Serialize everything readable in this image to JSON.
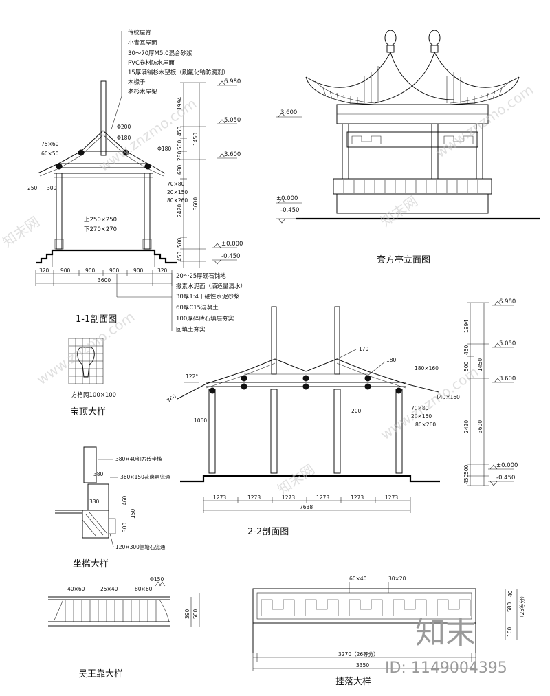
{
  "layers": {
    "1": "传统屋脊",
    "2": "小青瓦屋面",
    "3": "30～70厚M5.0混合砂浆",
    "4": "PVC卷材防水屋面",
    "5": "15厚满铺杉木望板（刷氟化钠防腐剂）",
    "6": "木椽子",
    "7": "老杉木屋架"
  },
  "floor": {
    "1": "20～25厚砚石铺地",
    "2": "撒素水泥面（洒适量清水）",
    "3": "30厚1:4干硬性水泥砂浆",
    "4": "60厚C15混凝土",
    "5": "100厚碎砖石填层夯实",
    "6": "回填土夯实"
  },
  "s1": {
    "title": "1-1剖面图",
    "d75x60": "75×60",
    "d60x50": "60×50",
    "phi200": "Φ200",
    "phi180a": "Φ180",
    "phi180b": "Φ180",
    "d70x80": "70×80",
    "d20x150": "20×150",
    "d80x260": "80×260",
    "col_top": "上250×250",
    "col_bot": "下270×270",
    "d250": "250",
    "d300": "300",
    "b320a": "320",
    "b900a": "900",
    "b900b": "900",
    "b900c": "900",
    "b900d": "900",
    "b320b": "320",
    "b3600": "3600",
    "v1": "1994",
    "v2": "450",
    "v3": "500",
    "v4": "280",
    "v5": "680",
    "v6": "1450",
    "v7": "2420",
    "v8": "3600",
    "v9": "500",
    "v10": "450",
    "e1": "6.980",
    "e2": "5.050",
    "e3": "3.600",
    "e4": "±0.000",
    "e5": "-0.450"
  },
  "elev": {
    "title": "套方亭立面图",
    "e1": "3.600",
    "e2": "±0.000",
    "e3": "-0.450"
  },
  "baoding": {
    "title": "宝顶大样",
    "note": "方格网100×100"
  },
  "zuokan": {
    "title": "坐槛大样",
    "n1": "380×40细方砖坐槛",
    "n2": "360×150花岗岩兜通",
    "n3": "120×300侧塘石兜通",
    "d380": "380",
    "d330": "330",
    "d460": "460",
    "d150": "150",
    "d300": "300"
  },
  "s2": {
    "title": "2-2剖面图",
    "d122": "122°",
    "d170": "170",
    "d180a": "180",
    "d180b": "180×160",
    "d140": "140×160",
    "d200": "200",
    "d70x80": "70×80",
    "d20x150": "20×150",
    "d80x260": "80×260",
    "d760": "760",
    "d1060": "1060",
    "b1": "1273",
    "b2": "1273",
    "b3": "1273",
    "b4": "1273",
    "b5": "1273",
    "b6": "1273",
    "btotal": "7638",
    "v1": "1994",
    "v2": "450",
    "v3": "1450",
    "v4": "500",
    "v5": "2420",
    "v6": "3600",
    "v7": "500",
    "v8": "450",
    "e1": "6.980",
    "e2": "5.050",
    "e3": "3.600",
    "e4": "±0.000",
    "e5": "-0.450"
  },
  "wuwang": {
    "title": "吴王靠大样",
    "d40x60a": "40×60",
    "d25x40": "25×40",
    "d80x60": "80×60",
    "phi150": "Φ150",
    "d390": "390",
    "d500": "500"
  },
  "gualuo": {
    "title": "挂落大样",
    "d60x40": "60×40",
    "d30x20": "30×20",
    "d3270": "3270（26等分）",
    "d3350": "3350",
    "d40a": "40",
    "d580": "580",
    "d25": "（25等分）",
    "d100": "100"
  },
  "watermark": {
    "site": "www.znzmo.com",
    "brand": "知末网",
    "logo": "知末",
    "id": "ID: 1149004395"
  }
}
